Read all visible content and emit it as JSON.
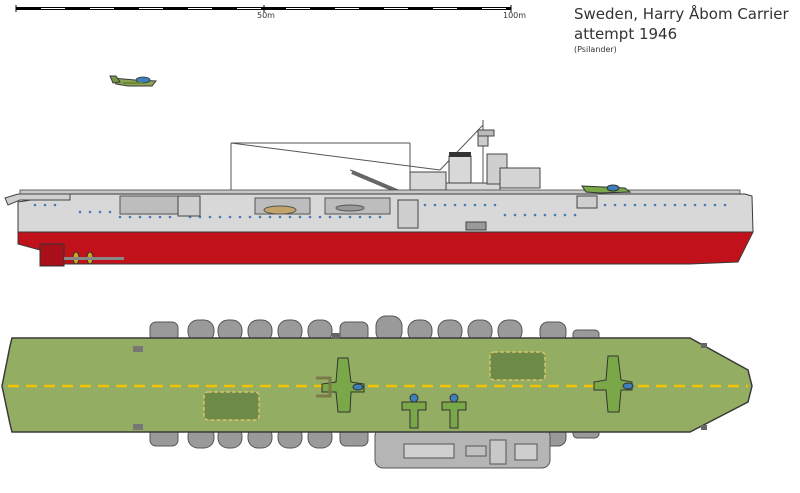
{
  "title": {
    "line1": "Sweden, Harry Åbom Carrier",
    "line2": "attempt 1946",
    "credit": "(Psilander)"
  },
  "scale": {
    "mark_50": "50m",
    "mark_100": "100m"
  },
  "colors": {
    "hull_grey": "#d8d8d8",
    "hull_red": "#c1121c",
    "deck_green": "#93ad62",
    "deck_line": "#f2c200",
    "aircraft_green": "#7aa848",
    "outline": "#3a3a3a"
  }
}
